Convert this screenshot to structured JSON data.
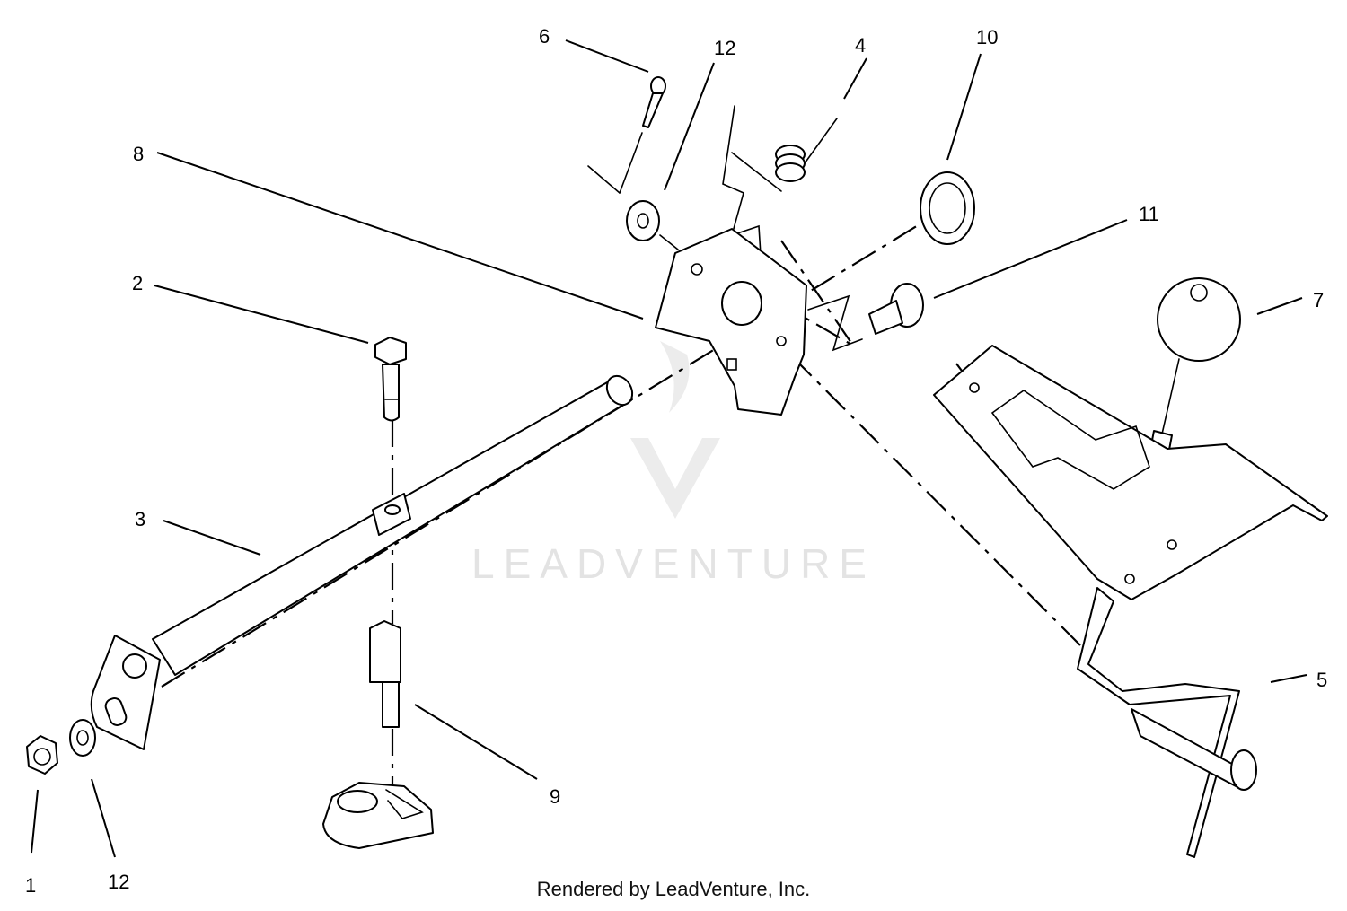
{
  "callouts": [
    {
      "id": "1",
      "label": "1"
    },
    {
      "id": "12a",
      "label": "12"
    },
    {
      "id": "2",
      "label": "2"
    },
    {
      "id": "3",
      "label": "3"
    },
    {
      "id": "4",
      "label": "4"
    },
    {
      "id": "5",
      "label": "5"
    },
    {
      "id": "6",
      "label": "6"
    },
    {
      "id": "7",
      "label": "7"
    },
    {
      "id": "8",
      "label": "8"
    },
    {
      "id": "9",
      "label": "9"
    },
    {
      "id": "10",
      "label": "10"
    },
    {
      "id": "11",
      "label": "11"
    },
    {
      "id": "12b",
      "label": "12"
    }
  ],
  "watermark": "LEADVENTURE",
  "footer": "Rendered by LeadVenture, Inc."
}
